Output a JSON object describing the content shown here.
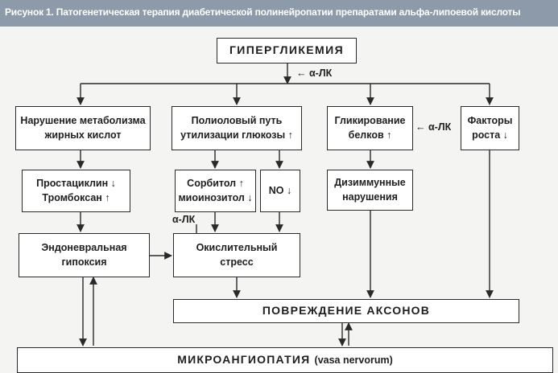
{
  "header": {
    "caption": "Рисунок 1. Патогенетическая терапия диабетической полинейропатии препаратами альфа-липоевой кислоты"
  },
  "nodes": {
    "hyperglycemia": "ГИПЕРГЛИКЕМИЯ",
    "fat_metabolism_line1": "Нарушение метаболизма",
    "fat_metabolism_line2": "жирных кислот",
    "polyol_line1": "Полиоловый путь",
    "polyol_line2": "утилизации глюкозы ↑",
    "glycation_line1": "Гликирование",
    "glycation_line2": "белков ↑",
    "growth_factors_line1": "Факторы",
    "growth_factors_line2": "роста ↓",
    "prostacyclin_line1": "Простациклин ↓",
    "prostacyclin_line2": "Тромбоксан ↑",
    "sorbitol_line1": "Сорбитол ↑",
    "sorbitol_line2": "миоинозитол ↓",
    "no": "NO ↓",
    "dysimmune_line1": "Дизиммунные",
    "dysimmune_line2": "нарушения",
    "endoneural_line1": "Эндоневральная",
    "endoneural_line2": "гипоксия",
    "oxidative_line1": "Окислительный",
    "oxidative_line2": "стресс",
    "axon_damage": "ПОВРЕЖДЕНИЕ АКСОНОВ",
    "microangiopathy_caps": "МИКРОАНГИОПАТИЯ",
    "microangiopathy_plain": "(vasa nervorum)"
  },
  "labels": {
    "ala_top": "← α-ЛК",
    "ala_glycation": "← α-ЛК",
    "ala_oxidative": "α-ЛК"
  },
  "colors": {
    "header_bg": "#8d9aaa",
    "line": "#2a2a2a",
    "page_bg": "#f4f4f2"
  }
}
